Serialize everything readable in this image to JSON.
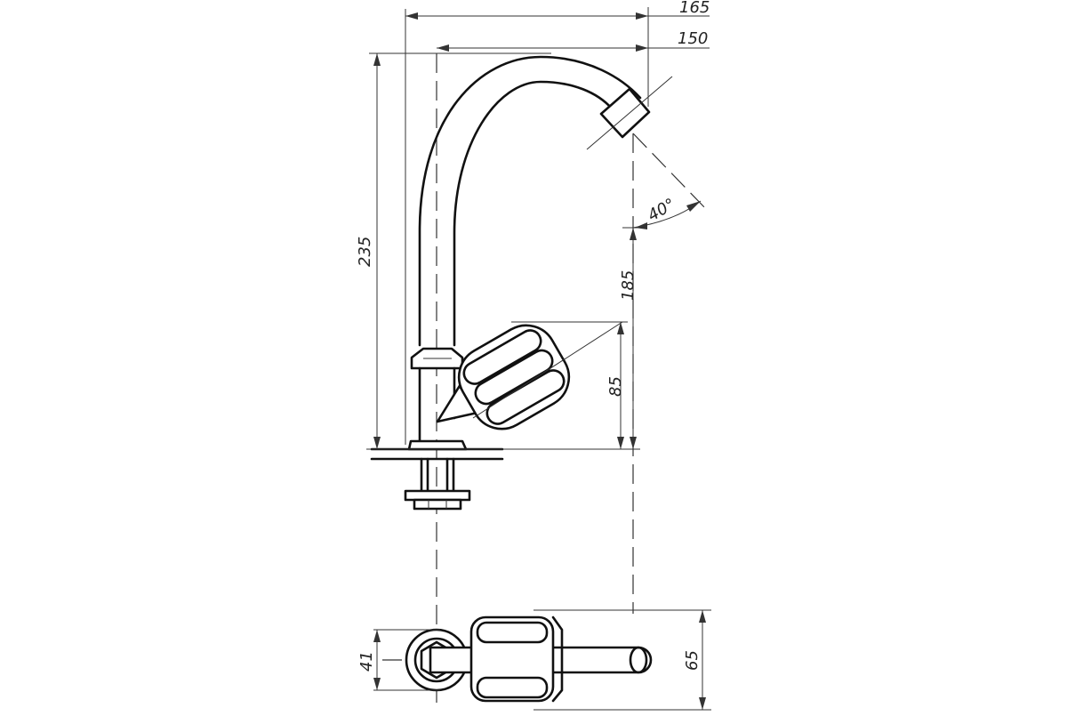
{
  "drawing": {
    "dimensions": {
      "overall_width": "165",
      "reach": "150",
      "overall_height": "235",
      "spout_outlet_height": "185",
      "handle_height": "85",
      "spout_angle": "40°",
      "base_width": "41",
      "handle_depth": "65"
    }
  },
  "colors": {
    "line": "#111111",
    "dimension": "#333333",
    "background": "#ffffff"
  }
}
